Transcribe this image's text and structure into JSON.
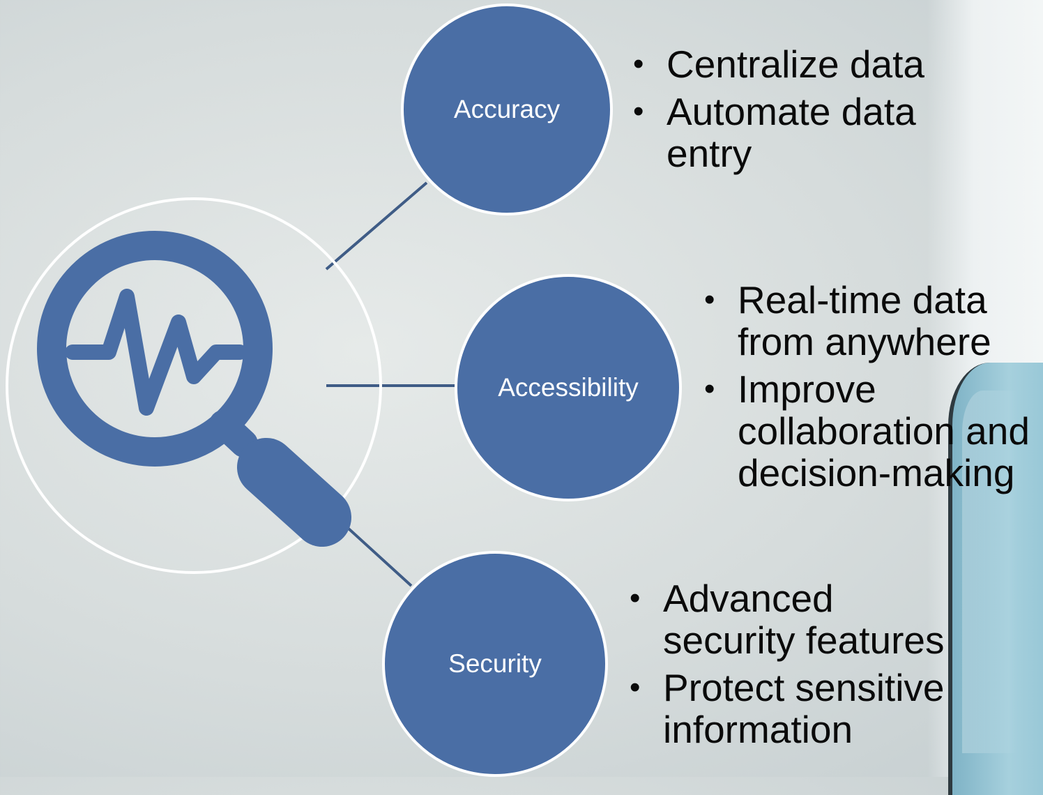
{
  "colors": {
    "node_fill": "#4a6ea5",
    "node_border": "#ffffff",
    "connector": "#3f5c86",
    "icon": "#4a6ea5",
    "bullet_text": "#0a0a0a"
  },
  "hub": {
    "icon": "magnifier-pulse-icon"
  },
  "branches": [
    {
      "label": "Accuracy",
      "bullets": [
        "Centralize data",
        "Automate data entry"
      ]
    },
    {
      "label": "Accessibility",
      "bullets": [
        "Real-time data from anywhere",
        "Improve collaboration and decision-making"
      ]
    },
    {
      "label": "Security",
      "bullets": [
        "Advanced security features",
        "Protect sensitive information"
      ]
    }
  ]
}
